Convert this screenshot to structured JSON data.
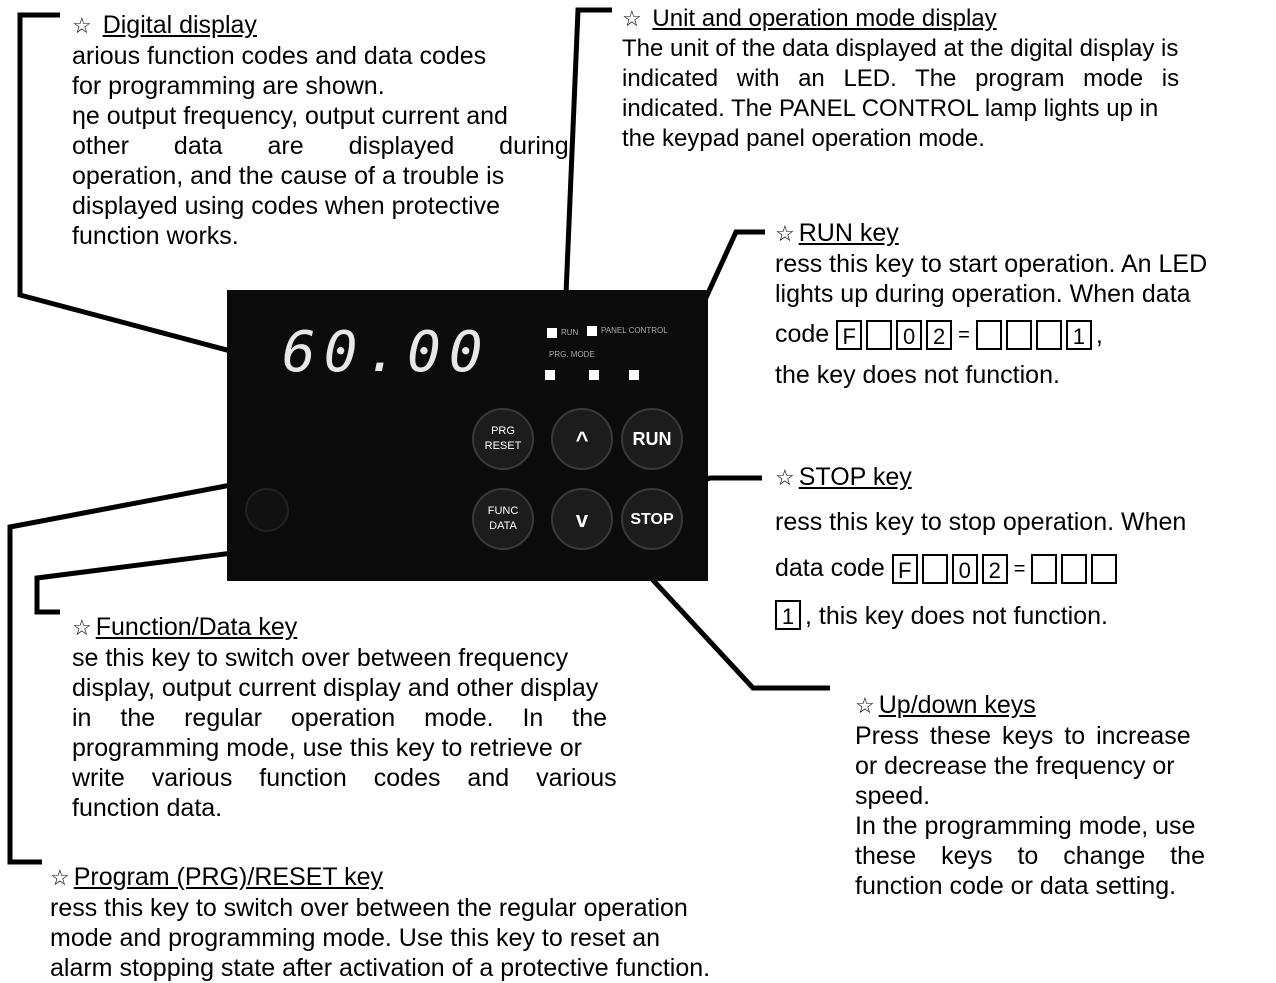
{
  "digital_display": {
    "title": "Digital display",
    "lines": [
      "arious function codes and data codes",
      "for programming are shown.",
      "ηe output frequency, output current and",
      "other data are displayed during",
      "operation, and the cause of a trouble is",
      "displayed using codes when protective",
      "function works."
    ]
  },
  "unit_display": {
    "title": "Unit and operation mode display",
    "lines": [
      "The unit of the data displayed at the digital display is",
      "indicated with an LED. The program mode is",
      "indicated. The PANEL CONTROL lamp lights up in",
      "the keypad panel operation mode."
    ]
  },
  "run_key": {
    "title": "RUN key",
    "line1": "ress this key to start operation. An LED",
    "line2": "lights up during operation. When data",
    "code_prefix": "code",
    "line4": "the key does not function."
  },
  "stop_key": {
    "title": "STOP key",
    "line1": "ress this key to stop operation. When",
    "code_prefix": "data code",
    "line3_suffix": ", this key does not function."
  },
  "code_chars": {
    "f": "F",
    "zero": "0",
    "two": "2",
    "one": "1",
    "eq": "="
  },
  "function_key": {
    "title": "Function/Data key",
    "lines": [
      "se this key to switch over between frequency",
      "display, output current display and other display",
      "in the regular operation mode. In the",
      "programming mode, use this key to retrieve or",
      "write various function codes and various",
      "function data."
    ]
  },
  "updown_keys": {
    "title": "Up/down keys",
    "lines": [
      "Press these keys to increase",
      "or decrease the frequency or",
      "speed.",
      "In the programming mode, use",
      "these keys to change the",
      "function code or data setting."
    ]
  },
  "prg_key": {
    "title": "Program (PRG)/RESET key",
    "lines": [
      "ress this key to switch over between the regular operation",
      "mode and programming mode. Use this key to reset an",
      "alarm stopping state after activation of a protective function."
    ]
  },
  "keypad": {
    "display_value": "60.00",
    "prg_label": "PRG",
    "reset_label": "RESET",
    "func_label": "FUNC",
    "data_label": "DATA",
    "run_label": "RUN",
    "stop_label": "STOP",
    "up_glyph": "^",
    "down_glyph": "v",
    "led_run": "RUN",
    "led_panel": "PANEL CONTROL",
    "led_prg_mode": "PRG. MODE"
  },
  "star_glyph": "☆"
}
